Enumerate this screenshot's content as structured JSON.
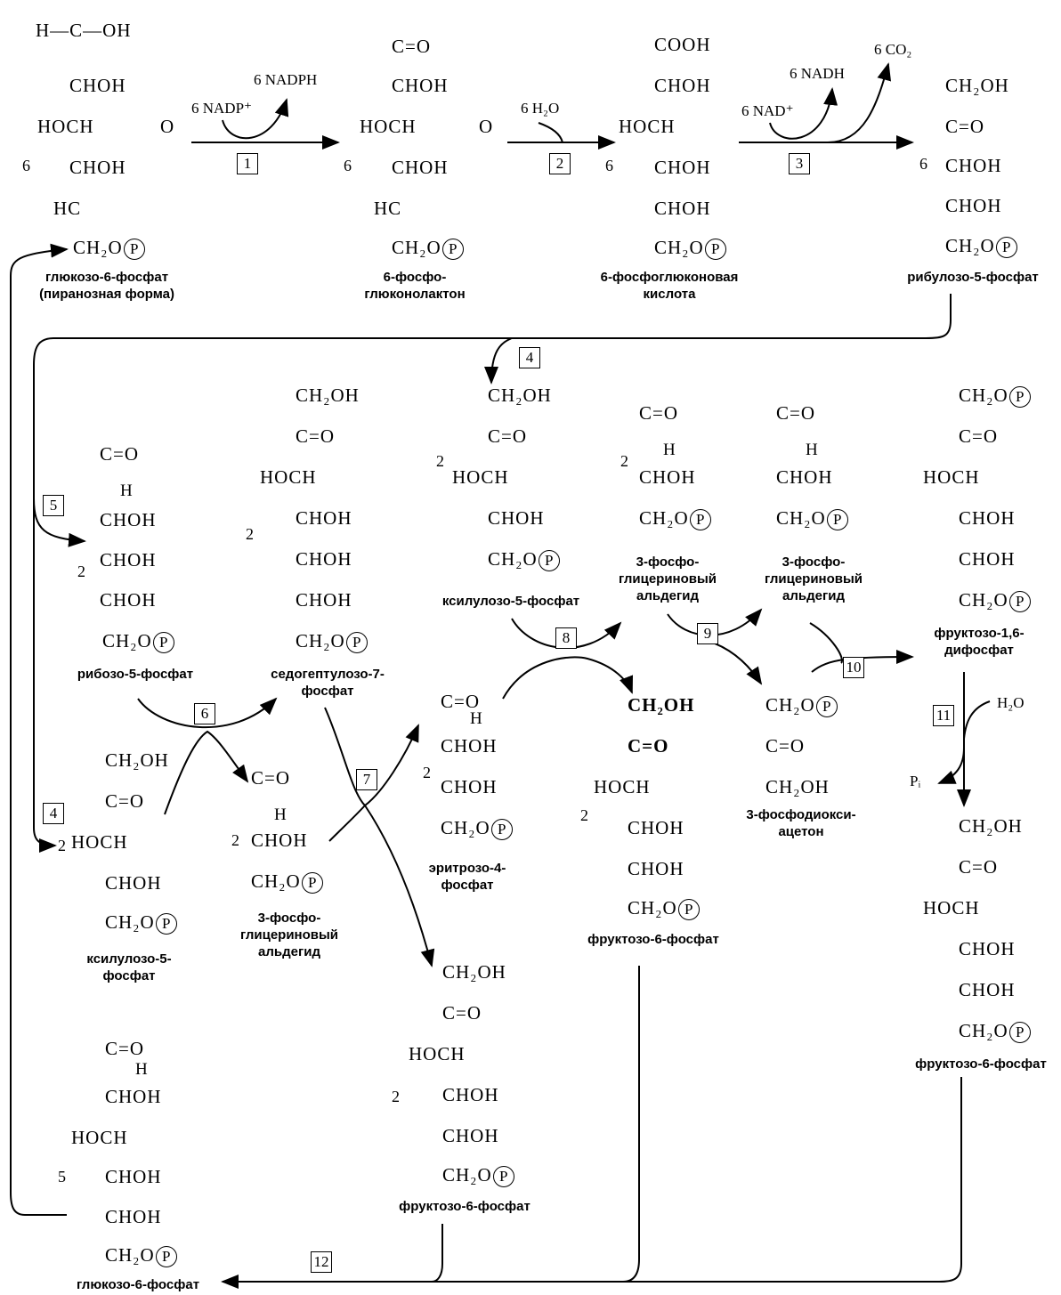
{
  "compounds": {
    "g6p_pyr": {
      "label": "глюкозо-6-фосфат\n(пиранозная форма)",
      "coef": "6",
      "lines": [
        "H—C—OH",
        "CHOH",
        "HOCH",
        "CHOH",
        "HC",
        "CH₂O"
      ],
      "ring_o": "O"
    },
    "pgl": {
      "label": "6-фосфо-\nглюконолактон",
      "coef": "6",
      "lines": [
        "C=O",
        "CHOH",
        "HOCH",
        "CHOH",
        "HC",
        "CH₂O"
      ],
      "ring_o": "O"
    },
    "pgluc": {
      "label": "6-фосфоглюконовая\nкислота",
      "coef": "6",
      "lines": [
        "COOH",
        "CHOH",
        "HOCH",
        "CHOH",
        "CHOH",
        "CH₂O"
      ]
    },
    "ru5p": {
      "label": "рибулозо-5-фосфат",
      "coef": "6",
      "lines": [
        "CH₂OH",
        "C=O",
        "CHOH",
        "CHOH",
        "CH₂O"
      ]
    },
    "r5p": {
      "label": "рибозо-5-фосфат",
      "coef": "2",
      "lines": [
        "C=O",
        "H",
        "CHOH",
        "CHOH",
        "CHOH",
        "CH₂O"
      ]
    },
    "s7p": {
      "label": "седогептулозо-7-\nфосфат",
      "coef": "2",
      "lines": [
        "CH₂OH",
        "C=O",
        "HOCH",
        "CHOH",
        "CHOH",
        "CHOH",
        "CH₂O"
      ]
    },
    "x5p_a": {
      "label": "ксилулозо-5-фосфат",
      "coef": "2",
      "lines": [
        "CH₂OH",
        "C=O",
        "HOCH",
        "CHOH",
        "CH₂O"
      ]
    },
    "gap_a": {
      "label": "3-фосфо-\nглицериновый\nальдегид",
      "coef": "2",
      "lines": [
        "C=O",
        "H",
        "CHOH",
        "CH₂O"
      ]
    },
    "gap_b": {
      "label": "3-фосфо-\nглицериновый\nальдегид",
      "coef": "",
      "lines": [
        "C=O",
        "H",
        "CHOH",
        "CH₂O"
      ]
    },
    "fbp": {
      "label": "фруктозо-1,6-\nдифосфат",
      "coef": "",
      "lines": [
        "CH₂O",
        "C=O",
        "HOCH",
        "CHOH",
        "CHOH",
        "CH₂O"
      ]
    },
    "x5p_b": {
      "label": "ксилулозо-5-\nфосфат",
      "coef": "2",
      "lines": [
        "CH₂OH",
        "C=O",
        "HOCH",
        "CHOH",
        "CH₂O"
      ]
    },
    "gap_c": {
      "label": "3-фосфо-\nглицериновый\nальдегид",
      "coef": "2",
      "lines": [
        "C=O",
        "H",
        "CHOH",
        "CH₂O"
      ]
    },
    "e4p": {
      "label": "эритрозо-4-\nфосфат",
      "coef": "2",
      "lines": [
        "C=O",
        "H",
        "CHOH",
        "CHOH",
        "CH₂O"
      ]
    },
    "f6p_a": {
      "label": "фруктозо-6-фосфат",
      "coef": "2",
      "lines": [
        "CH₂OH",
        "C=O",
        "HOCH",
        "CHOH",
        "CHOH",
        "CH₂O"
      ]
    },
    "dhap": {
      "label": "3-фосфодиокси-\nацетон",
      "coef": "",
      "lines": [
        "CH₂O",
        "C=O",
        "CH₂OH"
      ]
    },
    "f6p_b": {
      "label": "фруктозо-6-фосфат",
      "coef": "2",
      "lines": [
        "CH₂OH",
        "C=O",
        "HOCH",
        "CHOH",
        "CHOH",
        "CH₂O"
      ]
    },
    "f6p_c": {
      "label": "фруктозо-6-фосфат",
      "coef": "",
      "lines": [
        "CH₂OH",
        "C=O",
        "HOCH",
        "CHOH",
        "CHOH",
        "CH₂O"
      ]
    },
    "g6p": {
      "label": "глюкозо-6-фосфат",
      "coef": "5",
      "lines": [
        "C=O",
        "H",
        "CHOH",
        "HOCH",
        "CHOH",
        "CHOH",
        "CH₂O"
      ]
    }
  },
  "phosphate": "P",
  "steps": [
    "1",
    "2",
    "3",
    "4",
    "5",
    "6",
    "7",
    "8",
    "9",
    "10",
    "11",
    "12",
    "4"
  ],
  "cofactors": {
    "nadp": "6 NADP⁺",
    "nadph": "6 NADPH",
    "h2o_6": "6 H₂O",
    "nad": "6 NAD⁺",
    "nadh": "6 NADH",
    "co2": "6 CO₂",
    "h2o": "H₂O",
    "pi": "Pᵢ"
  }
}
